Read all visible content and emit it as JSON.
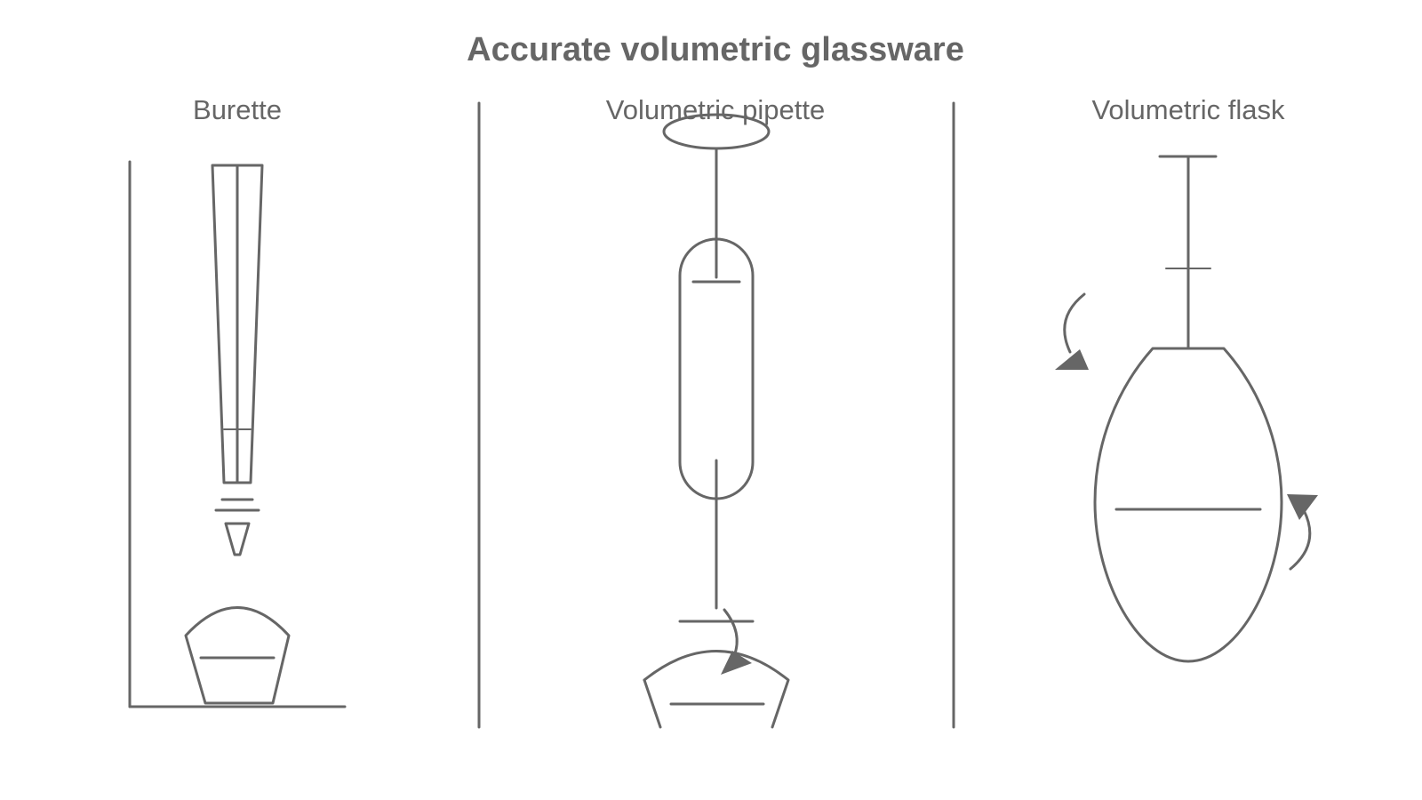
{
  "title": "Accurate volumetric glassware",
  "panels": [
    {
      "label": "Burette"
    },
    {
      "label": "Volumetric pipette"
    },
    {
      "label": "Volumetric flask"
    }
  ],
  "colors": {
    "line": "#666666",
    "background": "#ffffff"
  }
}
